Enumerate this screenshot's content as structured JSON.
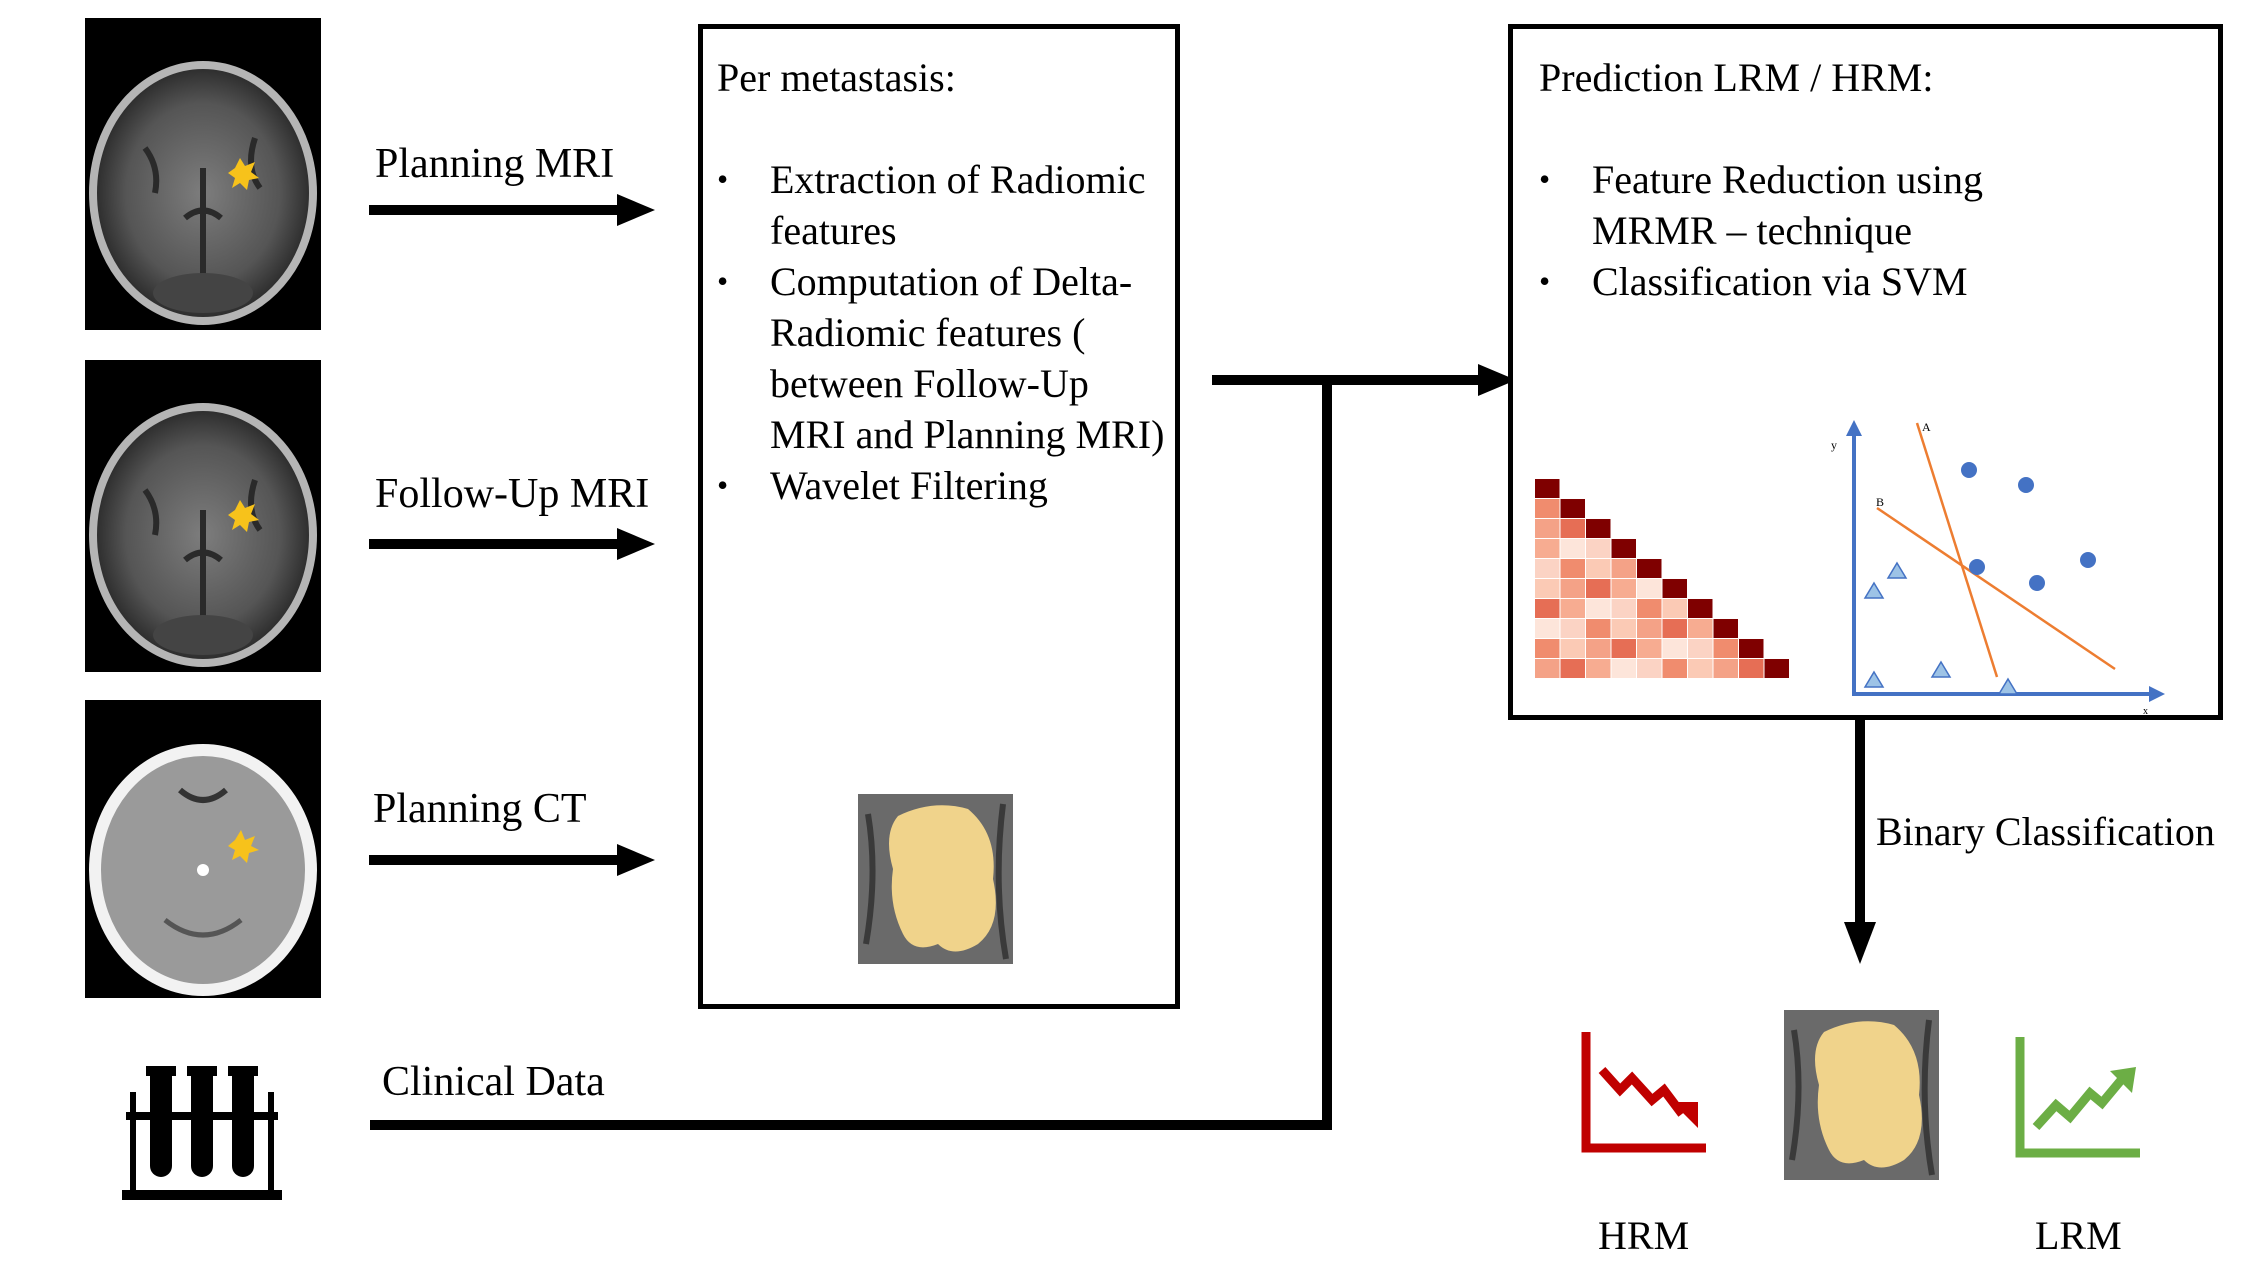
{
  "inputs": {
    "planning_mri": "Planning MRI",
    "followup_mri": "Follow-Up MRI",
    "planning_ct": "Planning CT",
    "clinical_data": "Clinical Data"
  },
  "process_box": {
    "title": "Per metastasis:",
    "bullets": [
      "Extraction of Radiomic features",
      "Computation of Delta-Radiomic features ( between Follow-Up MRI and Planning MRI)",
      "Wavelet Filtering"
    ]
  },
  "prediction_box": {
    "title": "Prediction LRM / HRM:",
    "bullets": [
      "Feature Reduction using MRMR – technique",
      "Classification via SVM"
    ],
    "svm_plot": {
      "axis_y": "y",
      "axis_x": "x",
      "line_a": "A",
      "line_b": "B"
    }
  },
  "binary_classification": "Binary Classification",
  "outcomes": {
    "hrm": "HRM",
    "lrm": "LRM"
  },
  "colors": {
    "tumor": "#f0d38b",
    "hrm_red": "#c00000",
    "lrm_green": "#6cae45",
    "svm_blue": "#4472c4",
    "svm_triangle": "#9dc3e6",
    "svm_line": "#ed7d31",
    "heatmap_dark": "#7f0000"
  }
}
